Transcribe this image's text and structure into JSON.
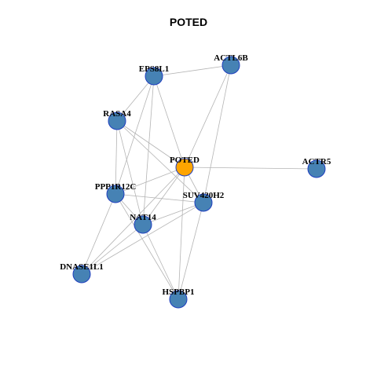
{
  "title": "POTED",
  "colors": {
    "node_fill": "#4682b4",
    "focus_fill": "#ffa500",
    "node_stroke": "#1f3fbf",
    "edge": "#b4b4b4"
  },
  "nodes": [
    {
      "id": "POTED",
      "label": "POTED",
      "focus": true
    },
    {
      "id": "ACTL6B",
      "label": "ACTL6B"
    },
    {
      "id": "EPS8L1",
      "label": "EPS8L1"
    },
    {
      "id": "RASA4",
      "label": "RASA4"
    },
    {
      "id": "ACTR5",
      "label": "ACTR5"
    },
    {
      "id": "PPP1R12C",
      "label": "PPP1R12C"
    },
    {
      "id": "SUV420H2",
      "label": "SUV420H2"
    },
    {
      "id": "NAT14",
      "label": "NAT14"
    },
    {
      "id": "DNASE1L1",
      "label": "DNASE1L1"
    },
    {
      "id": "HSPBP1",
      "label": "HSPBP1"
    }
  ],
  "edges": [
    [
      "EPS8L1",
      "ACTL6B"
    ],
    [
      "EPS8L1",
      "RASA4"
    ],
    [
      "EPS8L1",
      "POTED"
    ],
    [
      "EPS8L1",
      "PPP1R12C"
    ],
    [
      "EPS8L1",
      "NAT14"
    ],
    [
      "ACTL6B",
      "POTED"
    ],
    [
      "ACTL6B",
      "SUV420H2"
    ],
    [
      "RASA4",
      "POTED"
    ],
    [
      "RASA4",
      "PPP1R12C"
    ],
    [
      "RASA4",
      "NAT14"
    ],
    [
      "RASA4",
      "SUV420H2"
    ],
    [
      "POTED",
      "ACTR5"
    ],
    [
      "POTED",
      "PPP1R12C"
    ],
    [
      "POTED",
      "NAT14"
    ],
    [
      "POTED",
      "SUV420H2"
    ],
    [
      "POTED",
      "HSPBP1"
    ],
    [
      "POTED",
      "DNASE1L1"
    ],
    [
      "PPP1R12C",
      "SUV420H2"
    ],
    [
      "PPP1R12C",
      "NAT14"
    ],
    [
      "PPP1R12C",
      "DNASE1L1"
    ],
    [
      "PPP1R12C",
      "HSPBP1"
    ],
    [
      "SUV420H2",
      "NAT14"
    ],
    [
      "SUV420H2",
      "HSPBP1"
    ],
    [
      "SUV420H2",
      "DNASE1L1"
    ],
    [
      "NAT14",
      "DNASE1L1"
    ],
    [
      "NAT14",
      "HSPBP1"
    ]
  ]
}
